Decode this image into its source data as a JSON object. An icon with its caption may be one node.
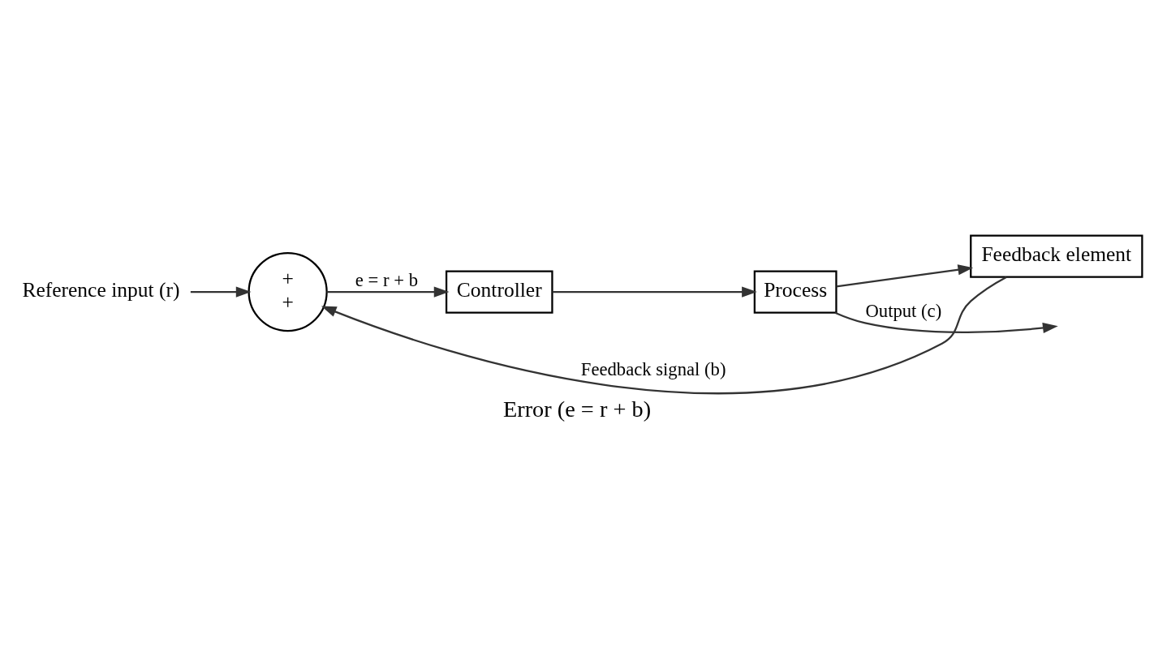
{
  "diagram": {
    "caption": "Error (e = r + b)",
    "nodes": [
      {
        "text": [
          "Reference input (r)"
        ]
      },
      {
        "text": [
          "+",
          "+"
        ]
      },
      {
        "text": [
          "Controller"
        ]
      },
      {
        "text": [
          "Process"
        ]
      },
      {
        "text": [
          "Feedback element"
        ]
      }
    ],
    "edges": [
      {
        "from": 0,
        "to": 1,
        "arrow": "to"
      },
      {
        "from": 1,
        "to": 2,
        "arrow": "to",
        "label": "e = r + b"
      },
      {
        "from": 2,
        "to": 3,
        "arrow": "to"
      },
      {
        "from": 3,
        "to": null,
        "arrow": "to",
        "label": "Output (c)"
      },
      {
        "from": 3,
        "to": 4,
        "arrow": "to"
      },
      {
        "from": 4,
        "to": 1,
        "arrow": "to",
        "label": "Feedback signal (b)"
      }
    ]
  }
}
